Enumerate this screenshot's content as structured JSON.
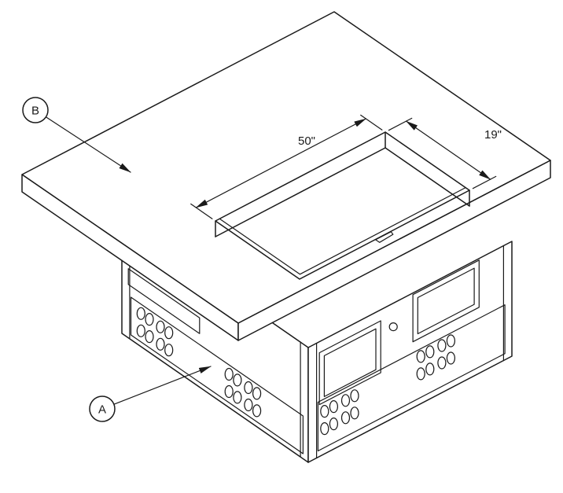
{
  "colors": {
    "ink": "#1a1a1a",
    "background": "#ffffff"
  },
  "drawing": {
    "labels": {
      "a": "A",
      "b": "B"
    },
    "dimensions": {
      "length": "50\"",
      "width": "19\""
    }
  }
}
